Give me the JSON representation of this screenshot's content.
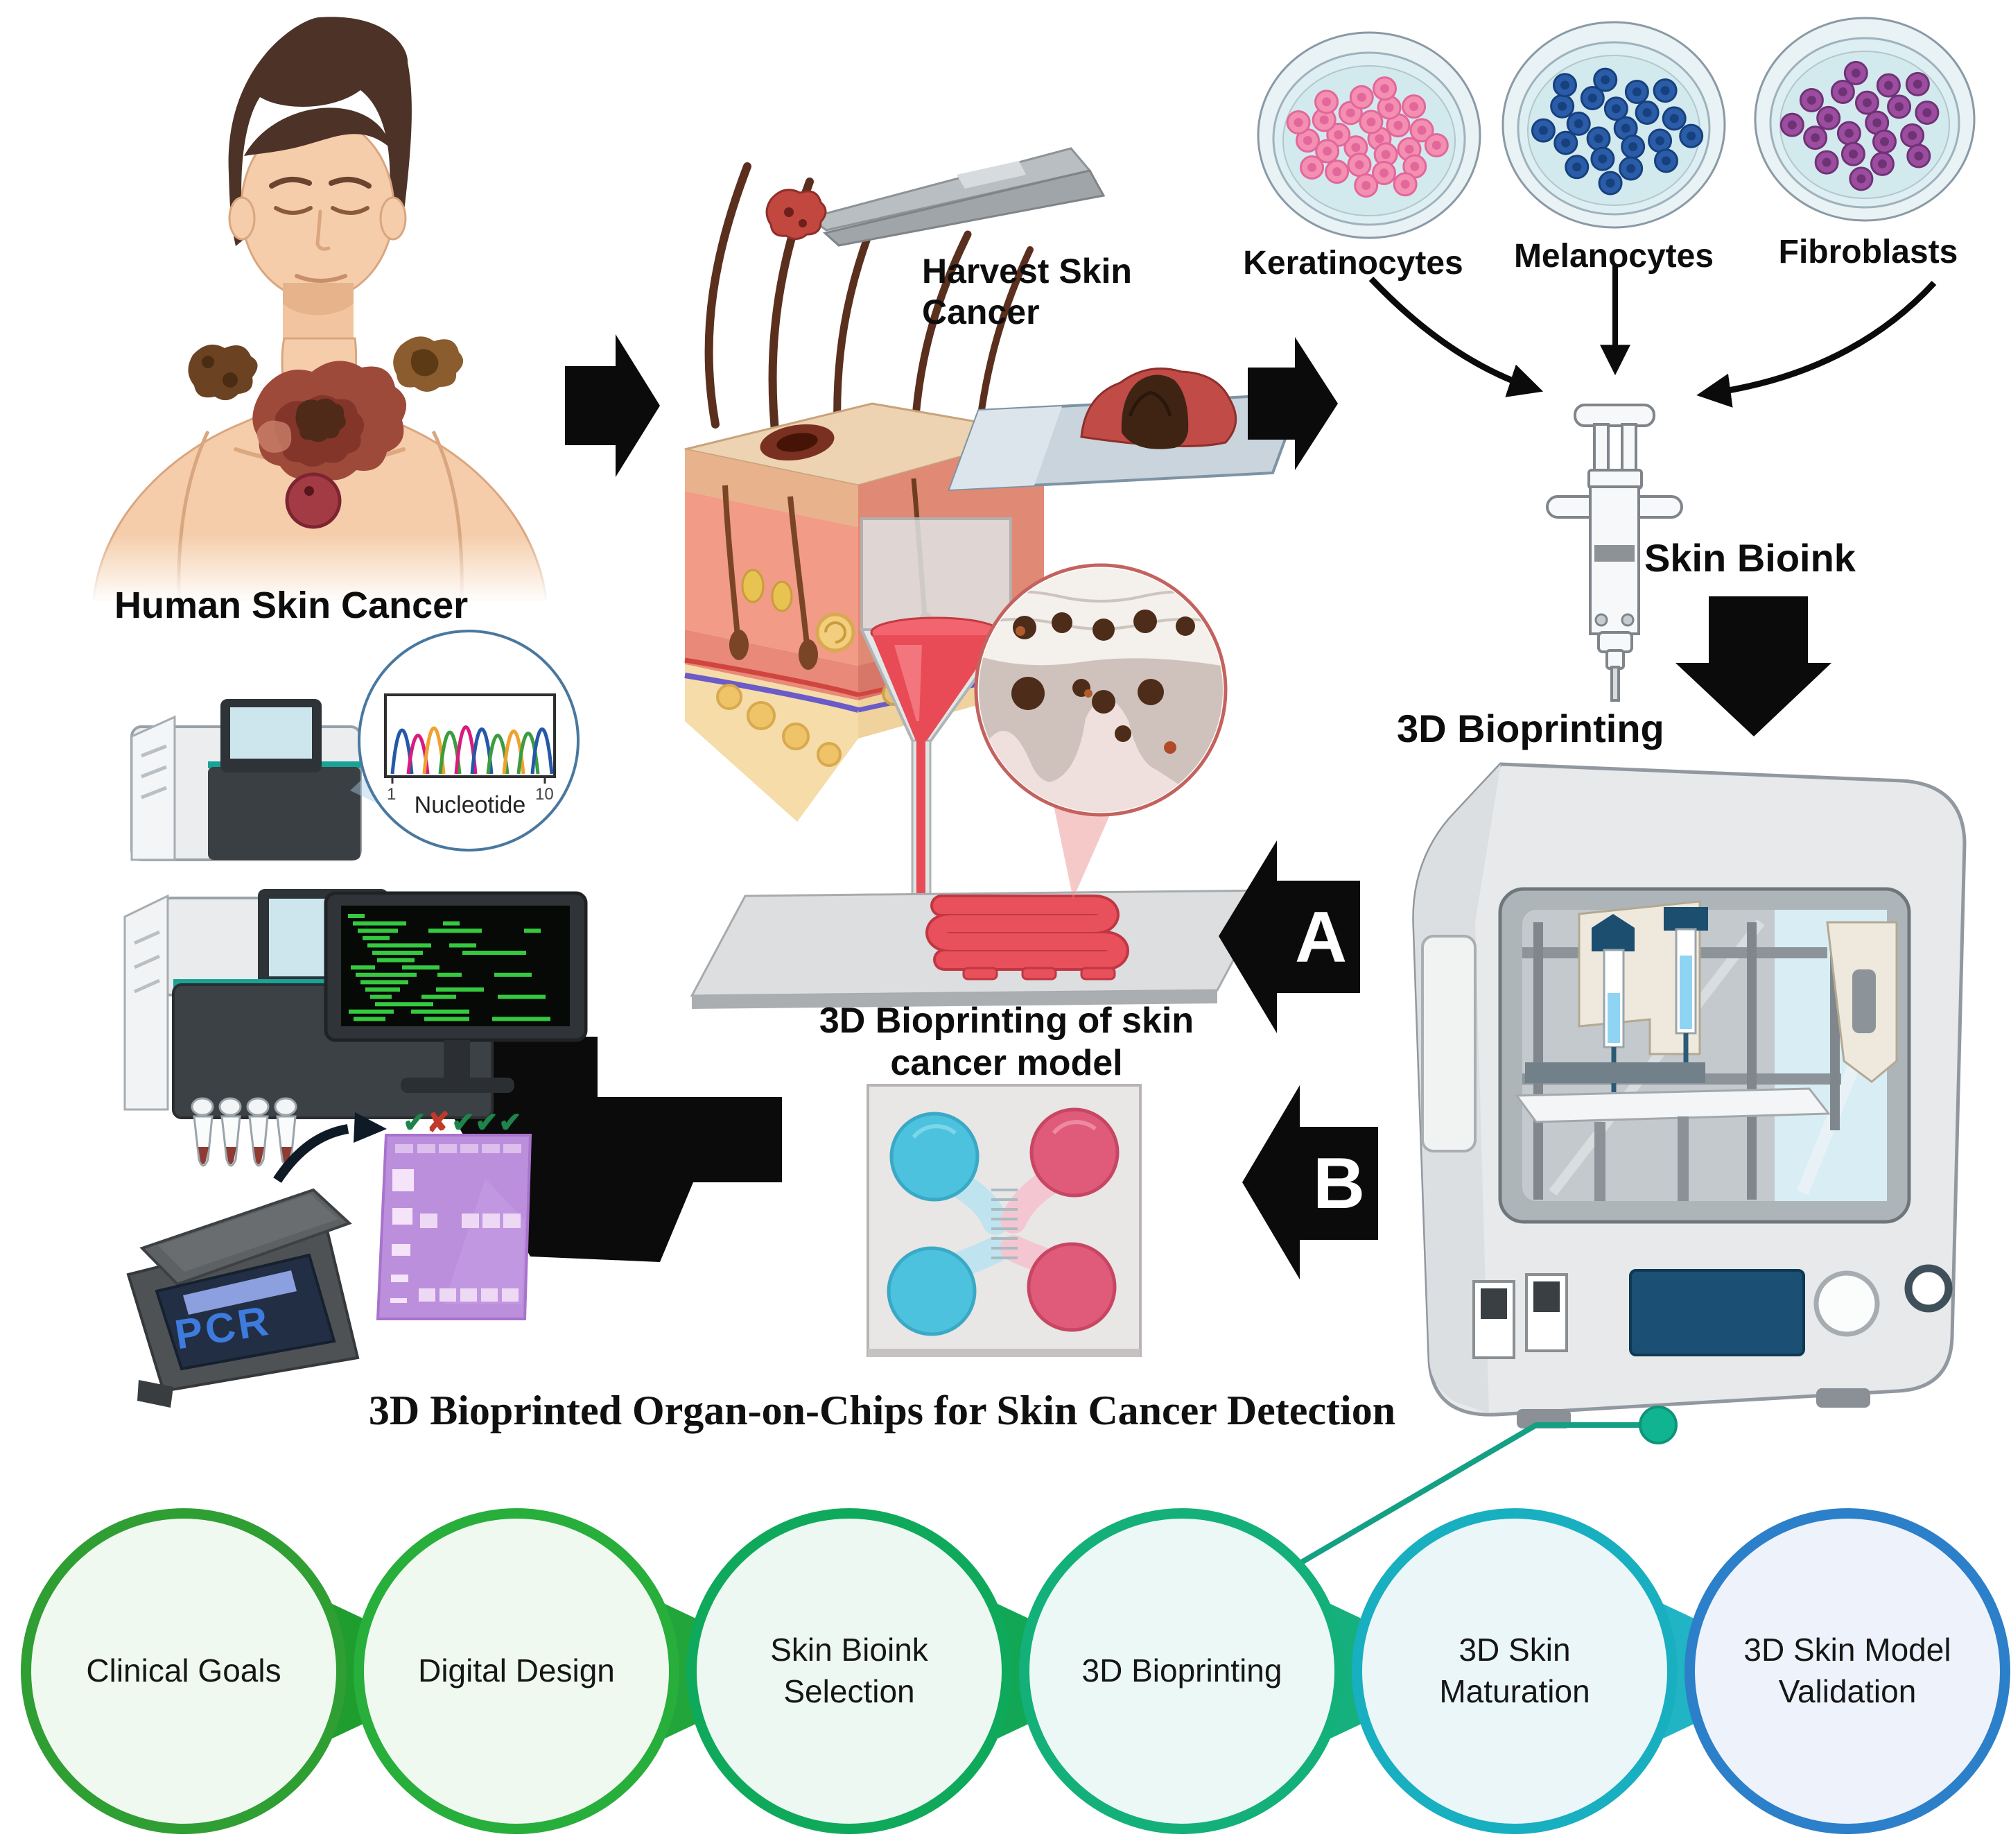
{
  "labels": {
    "human": "Human Skin Cancer",
    "harvest": "Harvest Skin Cancer",
    "bioink": "Skin Bioink",
    "bioprinting": "3D Bioprinting",
    "model": "3D Bioprinting of skin cancer model",
    "arrow_a": "A",
    "arrow_b": "B",
    "caption": "3D Bioprinted Organ-on-Chips for Skin Cancer Detection",
    "pcr": "PCR",
    "nucleotide": "Nucleotide",
    "tick_start": "1",
    "tick_end": "10"
  },
  "cell_dishes": [
    {
      "label": "Keratinocytes",
      "cell_color": "#F48FB1",
      "nucleus_color": "#E2679B"
    },
    {
      "label": "Melanocytes",
      "cell_color": "#2B5CA8",
      "nucleus_color": "#17407E"
    },
    {
      "label": "Fibroblasts",
      "cell_color": "#9C4D9F",
      "nucleus_color": "#6F3375"
    }
  ],
  "gel": {
    "marks": [
      {
        "symbol": "✔",
        "status": "pass",
        "color": "#1E8449"
      },
      {
        "symbol": "✘",
        "status": "fail",
        "color": "#C0392B"
      },
      {
        "symbol": "✔",
        "status": "pass",
        "color": "#1E8449"
      },
      {
        "symbol": "✔",
        "status": "pass",
        "color": "#1E8449"
      },
      {
        "symbol": "✔",
        "status": "pass",
        "color": "#1E8449"
      }
    ]
  },
  "workflow": {
    "steps": [
      {
        "label": "Clinical Goals",
        "ring": "#2F9E33",
        "fill": "#F0F9F0"
      },
      {
        "label": "Digital Design",
        "ring": "#27AE3B",
        "fill": "#F0F9F0"
      },
      {
        "label": "Skin Bioink Selection",
        "ring": "#0FA95B",
        "fill": "#EDF8F2"
      },
      {
        "label": "3D Bioprinting",
        "ring": "#14B07A",
        "fill": "#ECF8F5"
      },
      {
        "label": "3D Skin Maturation",
        "ring": "#18AFC0",
        "fill": "#EAF6F8"
      },
      {
        "label": "3D Skin Model Validation",
        "ring": "#2C7FC9",
        "fill": "#EEF3FB"
      }
    ],
    "connector_colors": [
      "#1F9E2F",
      "#22A53A",
      "#12A754",
      "#16B07E",
      "#21B4C4"
    ],
    "callout_color": "#14A085"
  },
  "palette": {
    "arrow_black": "#0B0B0B",
    "skin": "#F5CDAA",
    "bioink_red": "#E84B55",
    "gel_purple": "#BC8FDC",
    "printer_screen_blue": "#1B4F74",
    "pcr_text_blue": "#3E7BDE",
    "monitor_green": "#35C93F"
  }
}
